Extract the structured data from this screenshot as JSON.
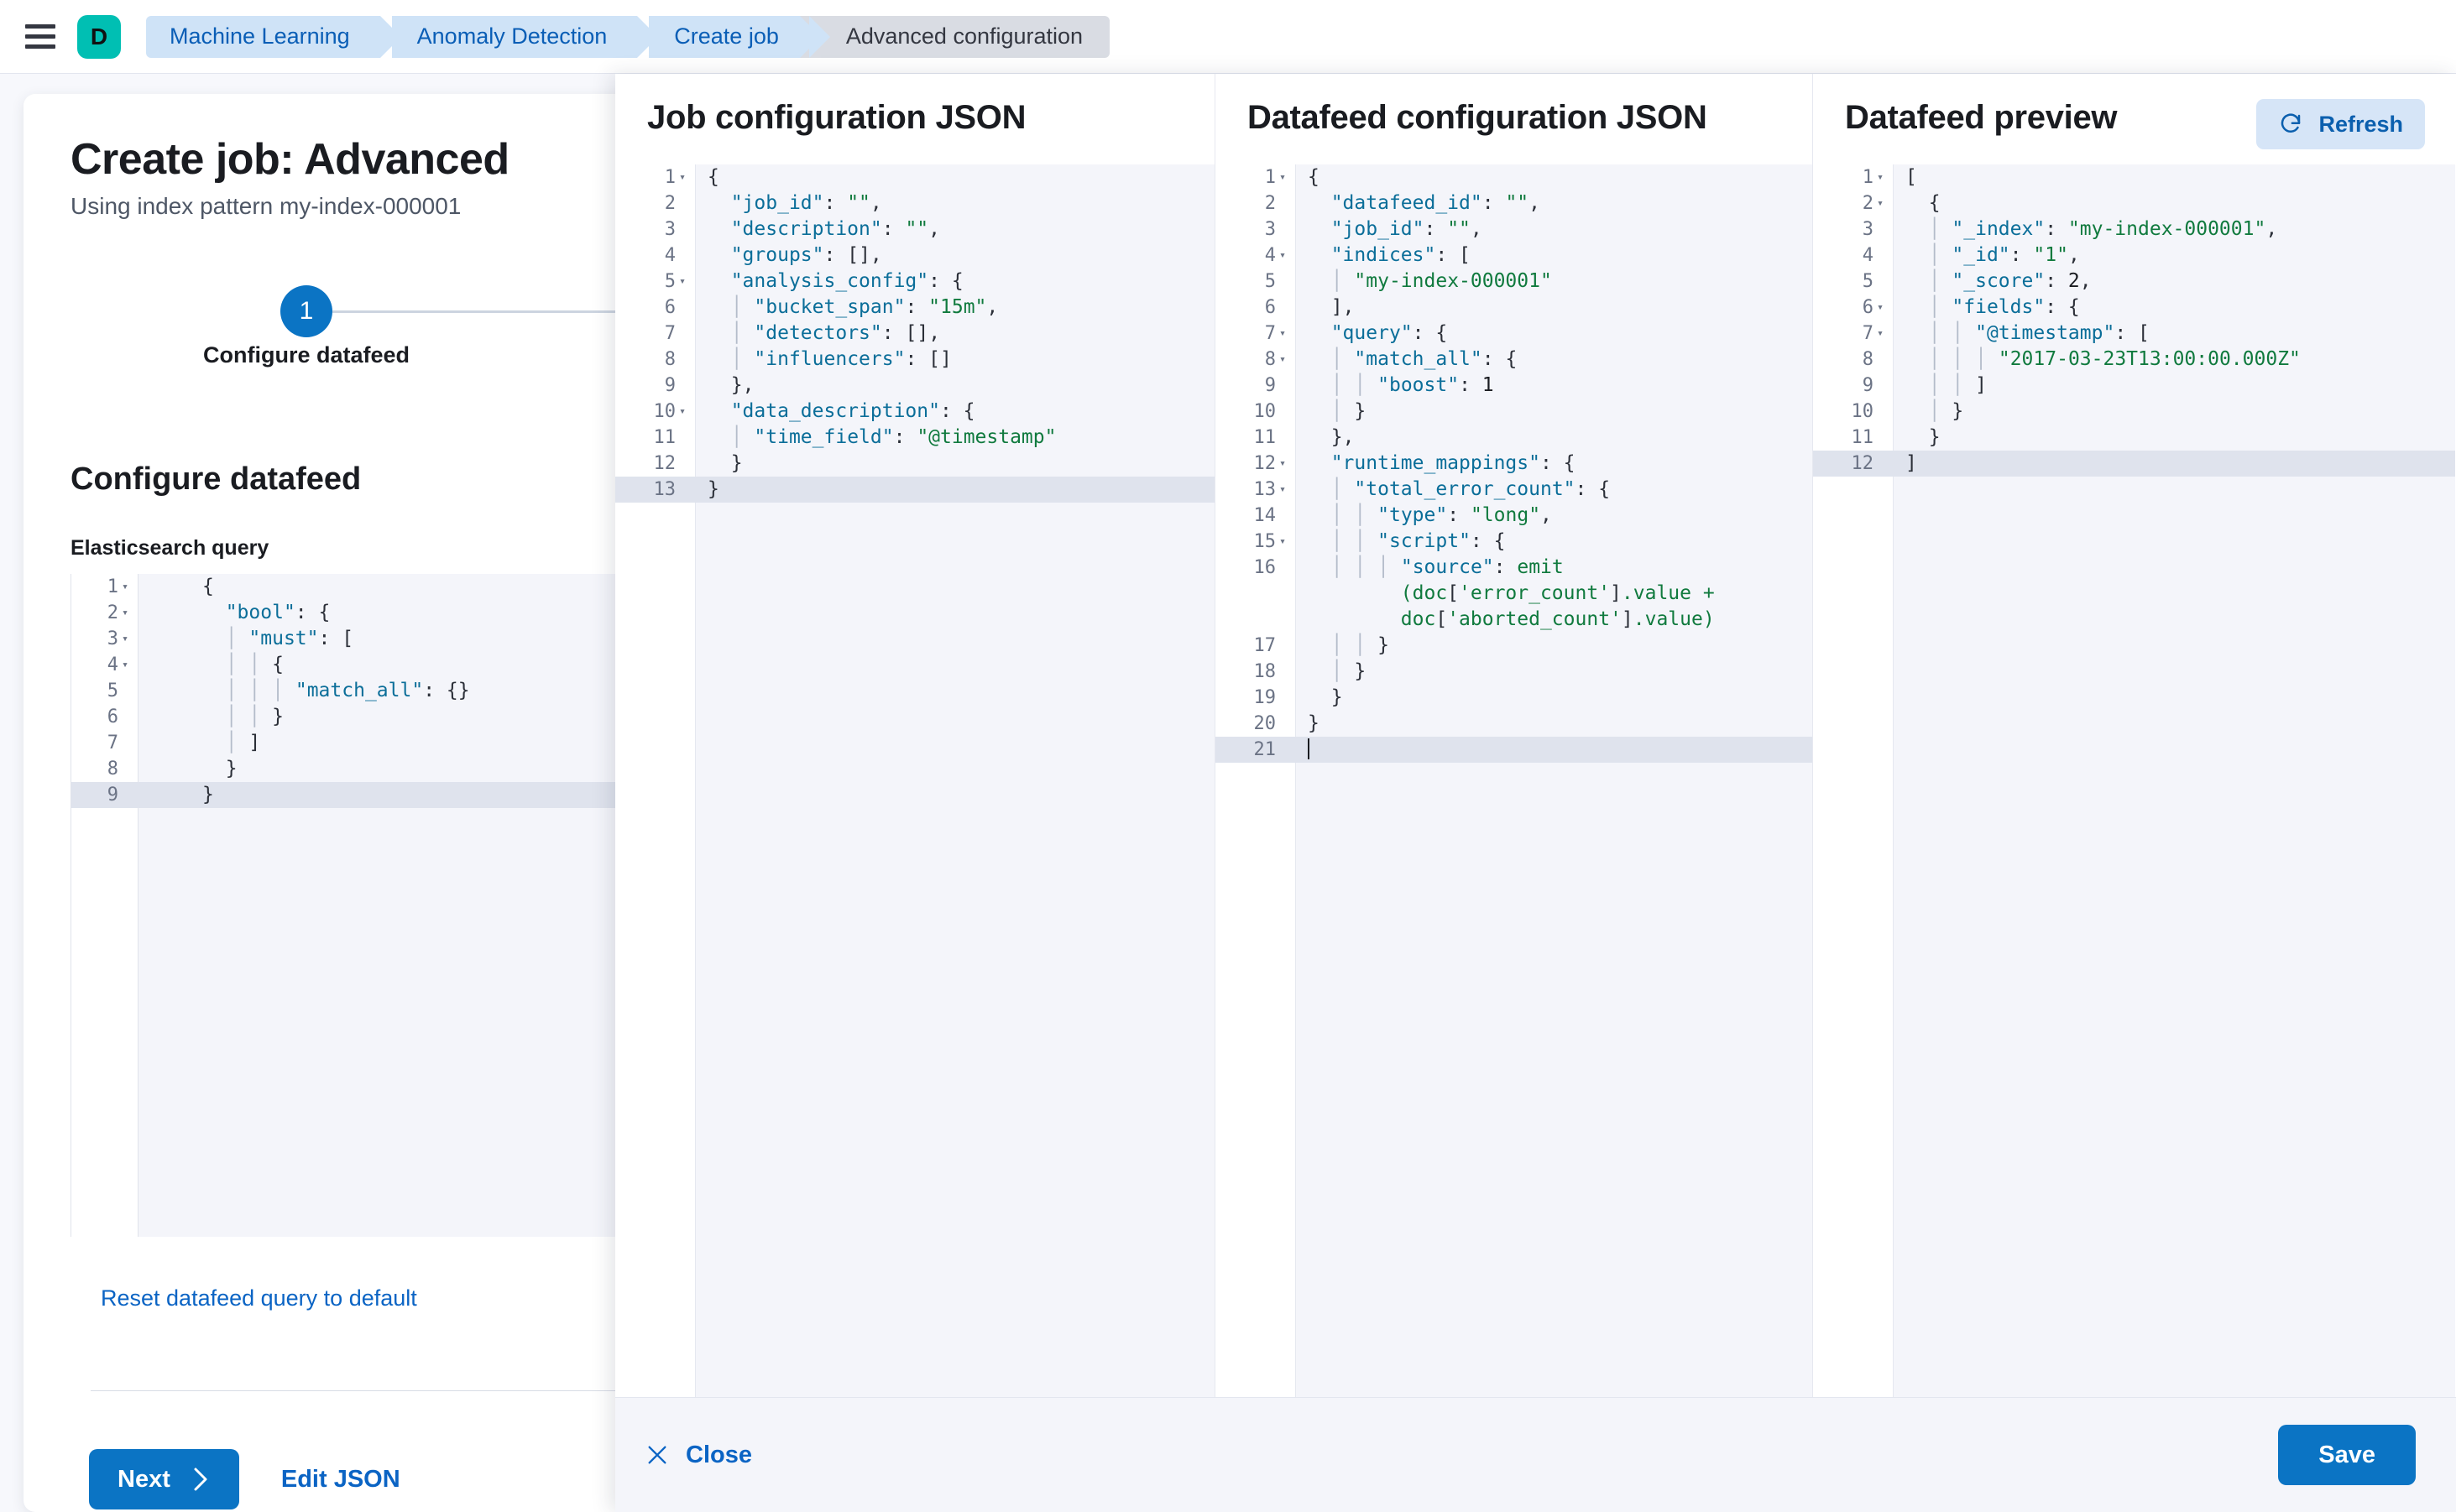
{
  "topbar": {
    "menu_icon": "hamburger-menu-icon",
    "space_avatar": "D",
    "breadcrumbs": [
      {
        "label": "Machine Learning",
        "active": false
      },
      {
        "label": "Anomaly Detection",
        "active": false
      },
      {
        "label": "Create job",
        "active": false
      },
      {
        "label": "Advanced configuration",
        "active": true
      }
    ]
  },
  "wizard": {
    "title": "Create job: Advanced",
    "subtitle": "Using index pattern my-index-000001",
    "step_number": "1",
    "step_label": "Configure datafeed",
    "section_title": "Configure datafeed",
    "query_field_label": "Elasticsearch query",
    "reset_link": "Reset datafeed query to default",
    "next_button": "Next",
    "next_icon": "chevron-right-icon",
    "edit_json_button": "Edit JSON",
    "query_lines": [
      {
        "n": "1",
        "fold": true,
        "text": "{"
      },
      {
        "n": "2",
        "fold": true,
        "text": "  \"bool\": {"
      },
      {
        "n": "3",
        "fold": true,
        "text": "  | \"must\": ["
      },
      {
        "n": "4",
        "fold": true,
        "text": "  | | {"
      },
      {
        "n": "5",
        "fold": false,
        "text": "  | | | \"match_all\": {}"
      },
      {
        "n": "6",
        "fold": false,
        "text": "  | | }"
      },
      {
        "n": "7",
        "fold": false,
        "text": "  | ]"
      },
      {
        "n": "8",
        "fold": false,
        "text": "  }"
      },
      {
        "n": "9",
        "fold": false,
        "text": "}",
        "active": true
      }
    ]
  },
  "flyout": {
    "columns": [
      {
        "title": "Job configuration JSON",
        "lines": [
          {
            "n": "1",
            "fold": true,
            "text": "{"
          },
          {
            "n": "2",
            "fold": false,
            "text": "  \"job_id\": \"\","
          },
          {
            "n": "3",
            "fold": false,
            "text": "  \"description\": \"\","
          },
          {
            "n": "4",
            "fold": false,
            "text": "  \"groups\": [],"
          },
          {
            "n": "5",
            "fold": true,
            "text": "  \"analysis_config\": {"
          },
          {
            "n": "6",
            "fold": false,
            "text": "  | \"bucket_span\": \"15m\","
          },
          {
            "n": "7",
            "fold": false,
            "text": "  | \"detectors\": [],"
          },
          {
            "n": "8",
            "fold": false,
            "text": "  | \"influencers\": []"
          },
          {
            "n": "9",
            "fold": false,
            "text": "  },"
          },
          {
            "n": "10",
            "fold": true,
            "text": "  \"data_description\": {"
          },
          {
            "n": "11",
            "fold": false,
            "text": "  | \"time_field\": \"@timestamp\""
          },
          {
            "n": "12",
            "fold": false,
            "text": "  }"
          },
          {
            "n": "13",
            "fold": false,
            "text": "}",
            "active": true
          }
        ]
      },
      {
        "title": "Datafeed configuration JSON",
        "lines": [
          {
            "n": "1",
            "fold": true,
            "text": "{"
          },
          {
            "n": "2",
            "fold": false,
            "text": "  \"datafeed_id\": \"\","
          },
          {
            "n": "3",
            "fold": false,
            "text": "  \"job_id\": \"\","
          },
          {
            "n": "4",
            "fold": true,
            "text": "  \"indices\": ["
          },
          {
            "n": "5",
            "fold": false,
            "text": "  | \"my-index-000001\""
          },
          {
            "n": "6",
            "fold": false,
            "text": "  ],"
          },
          {
            "n": "7",
            "fold": true,
            "text": "  \"query\": {"
          },
          {
            "n": "8",
            "fold": true,
            "text": "  | \"match_all\": {"
          },
          {
            "n": "9",
            "fold": false,
            "text": "  | | \"boost\": 1"
          },
          {
            "n": "10",
            "fold": false,
            "text": "  | }"
          },
          {
            "n": "11",
            "fold": false,
            "text": "  },"
          },
          {
            "n": "12",
            "fold": true,
            "text": "  \"runtime_mappings\": {"
          },
          {
            "n": "13",
            "fold": true,
            "text": "  | \"total_error_count\": {"
          },
          {
            "n": "14",
            "fold": false,
            "text": "  | | \"type\": \"long\","
          },
          {
            "n": "15",
            "fold": true,
            "text": "  | | \"script\": {"
          },
          {
            "n": "16",
            "fold": false,
            "text": "  | | | \"source\": \"emit\n        (doc['error_count'].value +\n        doc['aborted_count'].value)\"",
            "wrap": 3
          },
          {
            "n": "17",
            "fold": false,
            "text": "  | | }"
          },
          {
            "n": "18",
            "fold": false,
            "text": "  | }"
          },
          {
            "n": "19",
            "fold": false,
            "text": "  }"
          },
          {
            "n": "20",
            "fold": false,
            "text": "}"
          },
          {
            "n": "21",
            "fold": false,
            "text": "",
            "active": true,
            "caret": true
          }
        ]
      },
      {
        "title": "Datafeed preview",
        "refresh_button": "Refresh",
        "refresh_icon": "refresh-icon",
        "lines": [
          {
            "n": "1",
            "fold": true,
            "text": "["
          },
          {
            "n": "2",
            "fold": true,
            "text": "  {"
          },
          {
            "n": "3",
            "fold": false,
            "text": "  | \"_index\": \"my-index-000001\","
          },
          {
            "n": "4",
            "fold": false,
            "text": "  | \"_id\": \"1\","
          },
          {
            "n": "5",
            "fold": false,
            "text": "  | \"_score\": 2,"
          },
          {
            "n": "6",
            "fold": true,
            "text": "  | \"fields\": {"
          },
          {
            "n": "7",
            "fold": true,
            "text": "  | | \"@timestamp\": ["
          },
          {
            "n": "8",
            "fold": false,
            "text": "  | | | \"2017-03-23T13:00:00.000Z\""
          },
          {
            "n": "9",
            "fold": false,
            "text": "  | | ]"
          },
          {
            "n": "10",
            "fold": false,
            "text": "  | }"
          },
          {
            "n": "11",
            "fold": false,
            "text": "  }"
          },
          {
            "n": "12",
            "fold": false,
            "text": "]",
            "active": true
          }
        ]
      }
    ],
    "footer": {
      "close_button": "Close",
      "close_icon": "close-x-icon",
      "save_button": "Save"
    }
  },
  "colors": {
    "primary": "#0b74c4",
    "link": "#0b64c4",
    "space_avatar_bg": "#00bfb3",
    "breadcrumb_bg": "#cfe3f7",
    "breadcrumb_active_bg": "#d9dce3",
    "editor_bg": "#f4f5fa",
    "active_line": "#dfe3ed",
    "string_token": "#107a3e",
    "key_token": "#0b6e99"
  }
}
